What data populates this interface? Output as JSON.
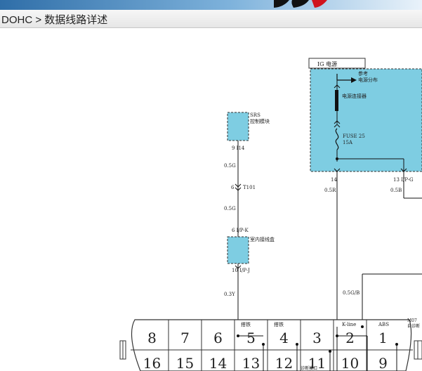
{
  "header": {
    "breadcrumb_model": "DOHC",
    "breadcrumb_sep": ">",
    "breadcrumb_page": "数据线路详述"
  },
  "diagram": {
    "power_box_label": "IG 电源",
    "ref_label_1": "参考",
    "ref_label_2": "电源分布",
    "connector_label": "电源连接器",
    "fuse_label_1": "FUSE 25",
    "fuse_label_2": "15A",
    "pin_14": "14",
    "wire_05r": "0.5R",
    "pin_13_ip": "13  I/P-G",
    "wire_05b": "0.5B",
    "srs_label_1": "SRS",
    "srs_label_2": "控制模块",
    "srs_pin": "9  I14",
    "wire_05g_1": "0.5G",
    "conn_t101": "6",
    "conn_t101_label": "T101",
    "wire_05g_2": "0.5G",
    "jb_pin_top": "6  I/P-K",
    "jb_label": "室内接线盒",
    "jb_pin_bottom": "10  I/P-J",
    "wire_03y": "0.3Y",
    "wire_05gb": "0.5G/B",
    "dlc_labels": {
      "tie_iron_1": "搭铁",
      "tie_iron_2": "搭铁",
      "kline": "K-line",
      "abs": "ABS",
      "m07_1": "M07",
      "m07_2": "自诊断"
    },
    "top_row": [
      "8",
      "7",
      "6",
      "5",
      "4",
      "3",
      "2",
      "1"
    ],
    "bottom_row": [
      "16",
      "15",
      "14",
      "13",
      "12",
      "11",
      "10",
      "9"
    ],
    "bottom_label": "诊断接口"
  },
  "colors": {
    "module_fill": "#7ecde2",
    "line": "#333333"
  }
}
